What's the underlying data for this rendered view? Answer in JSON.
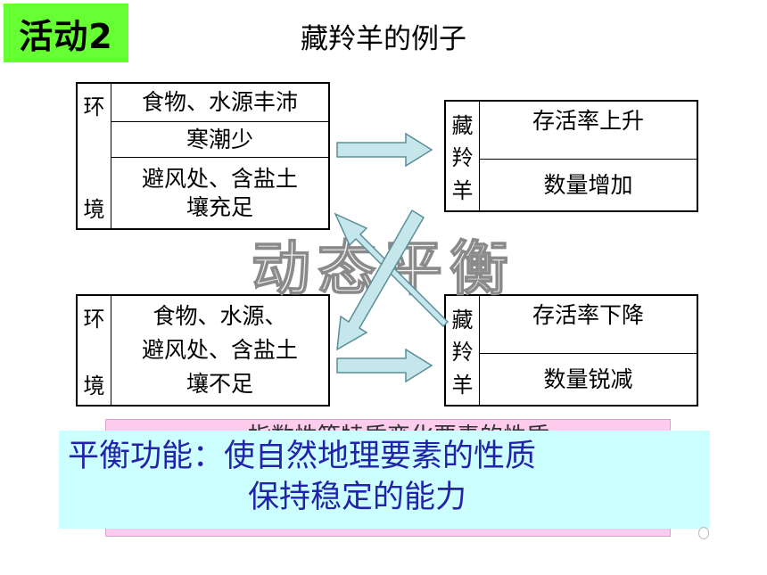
{
  "badge": "活动2",
  "title": "藏羚羊的例子",
  "top_env": {
    "side": [
      "环",
      "境"
    ],
    "cells": [
      "食物、水源丰沛",
      "寒潮少",
      "避风处、含盐土\n壤充足"
    ]
  },
  "top_antelope": {
    "side": [
      "藏",
      "羚",
      "羊"
    ],
    "cells": [
      "存活率上升",
      "数量增加"
    ]
  },
  "bottom_env": {
    "side": [
      "环",
      "境"
    ],
    "cells": [
      "食物、水源、\n避风处、含盐土\n壤不足"
    ]
  },
  "bottom_antelope": {
    "side": [
      "藏",
      "羚",
      "羊"
    ],
    "cells": [
      "存活率下降",
      "数量锐减"
    ]
  },
  "watermark": "动态平衡",
  "partial_text": "…指数性等特质变化要素的性质",
  "summary": {
    "line1": "平衡功能：使自然地理要素的性质",
    "line2": "保持稳定的能力"
  },
  "colors": {
    "badge": "#66ff33",
    "arrow_fill": "#c5e6ea",
    "arrow_stroke": "#5a8f99",
    "summary_bg": "#ccffff",
    "summary_text": "#2222aa",
    "pink_bg": "#ffccee"
  }
}
